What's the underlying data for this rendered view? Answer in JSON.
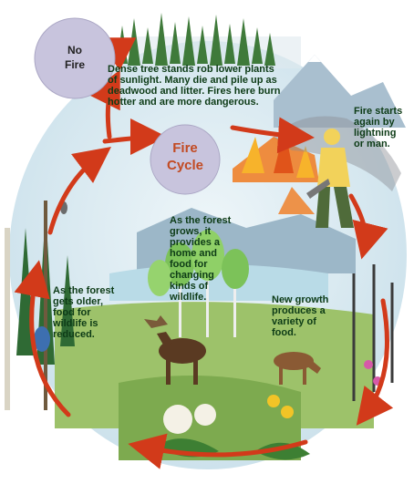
{
  "no_fire_label": "No\nFire",
  "fire_cycle_label": "Fire\nCycle",
  "captions": {
    "dense_stands": "Dense tree stands rob lower plants\nof sunlight.  Many die and pile up as\ndeadwood and litter.  Fires here burn\nhotter and are more dangerous.",
    "fire_starts": "Fire starts\nagain by\nlightning\nor man.",
    "forest_grows": "As the forest\ngrows, it\nprovides a\nhome and\nfood for\nchanging\nkinds of\nwildlife.",
    "new_growth": "New growth\nproduces a\nvariety of\nfood.",
    "forest_older": "As the forest\ngets older,\nfood for\nwildlife is\nreduced."
  },
  "colors": {
    "arrow": "#d23a1a",
    "bubble": "#c8c4dd",
    "caption": "#0d3b16",
    "sky": "#cfe3ee",
    "forest": "#4f8a3c",
    "grass": "#9dc26a",
    "fire": "#f07a1e"
  }
}
